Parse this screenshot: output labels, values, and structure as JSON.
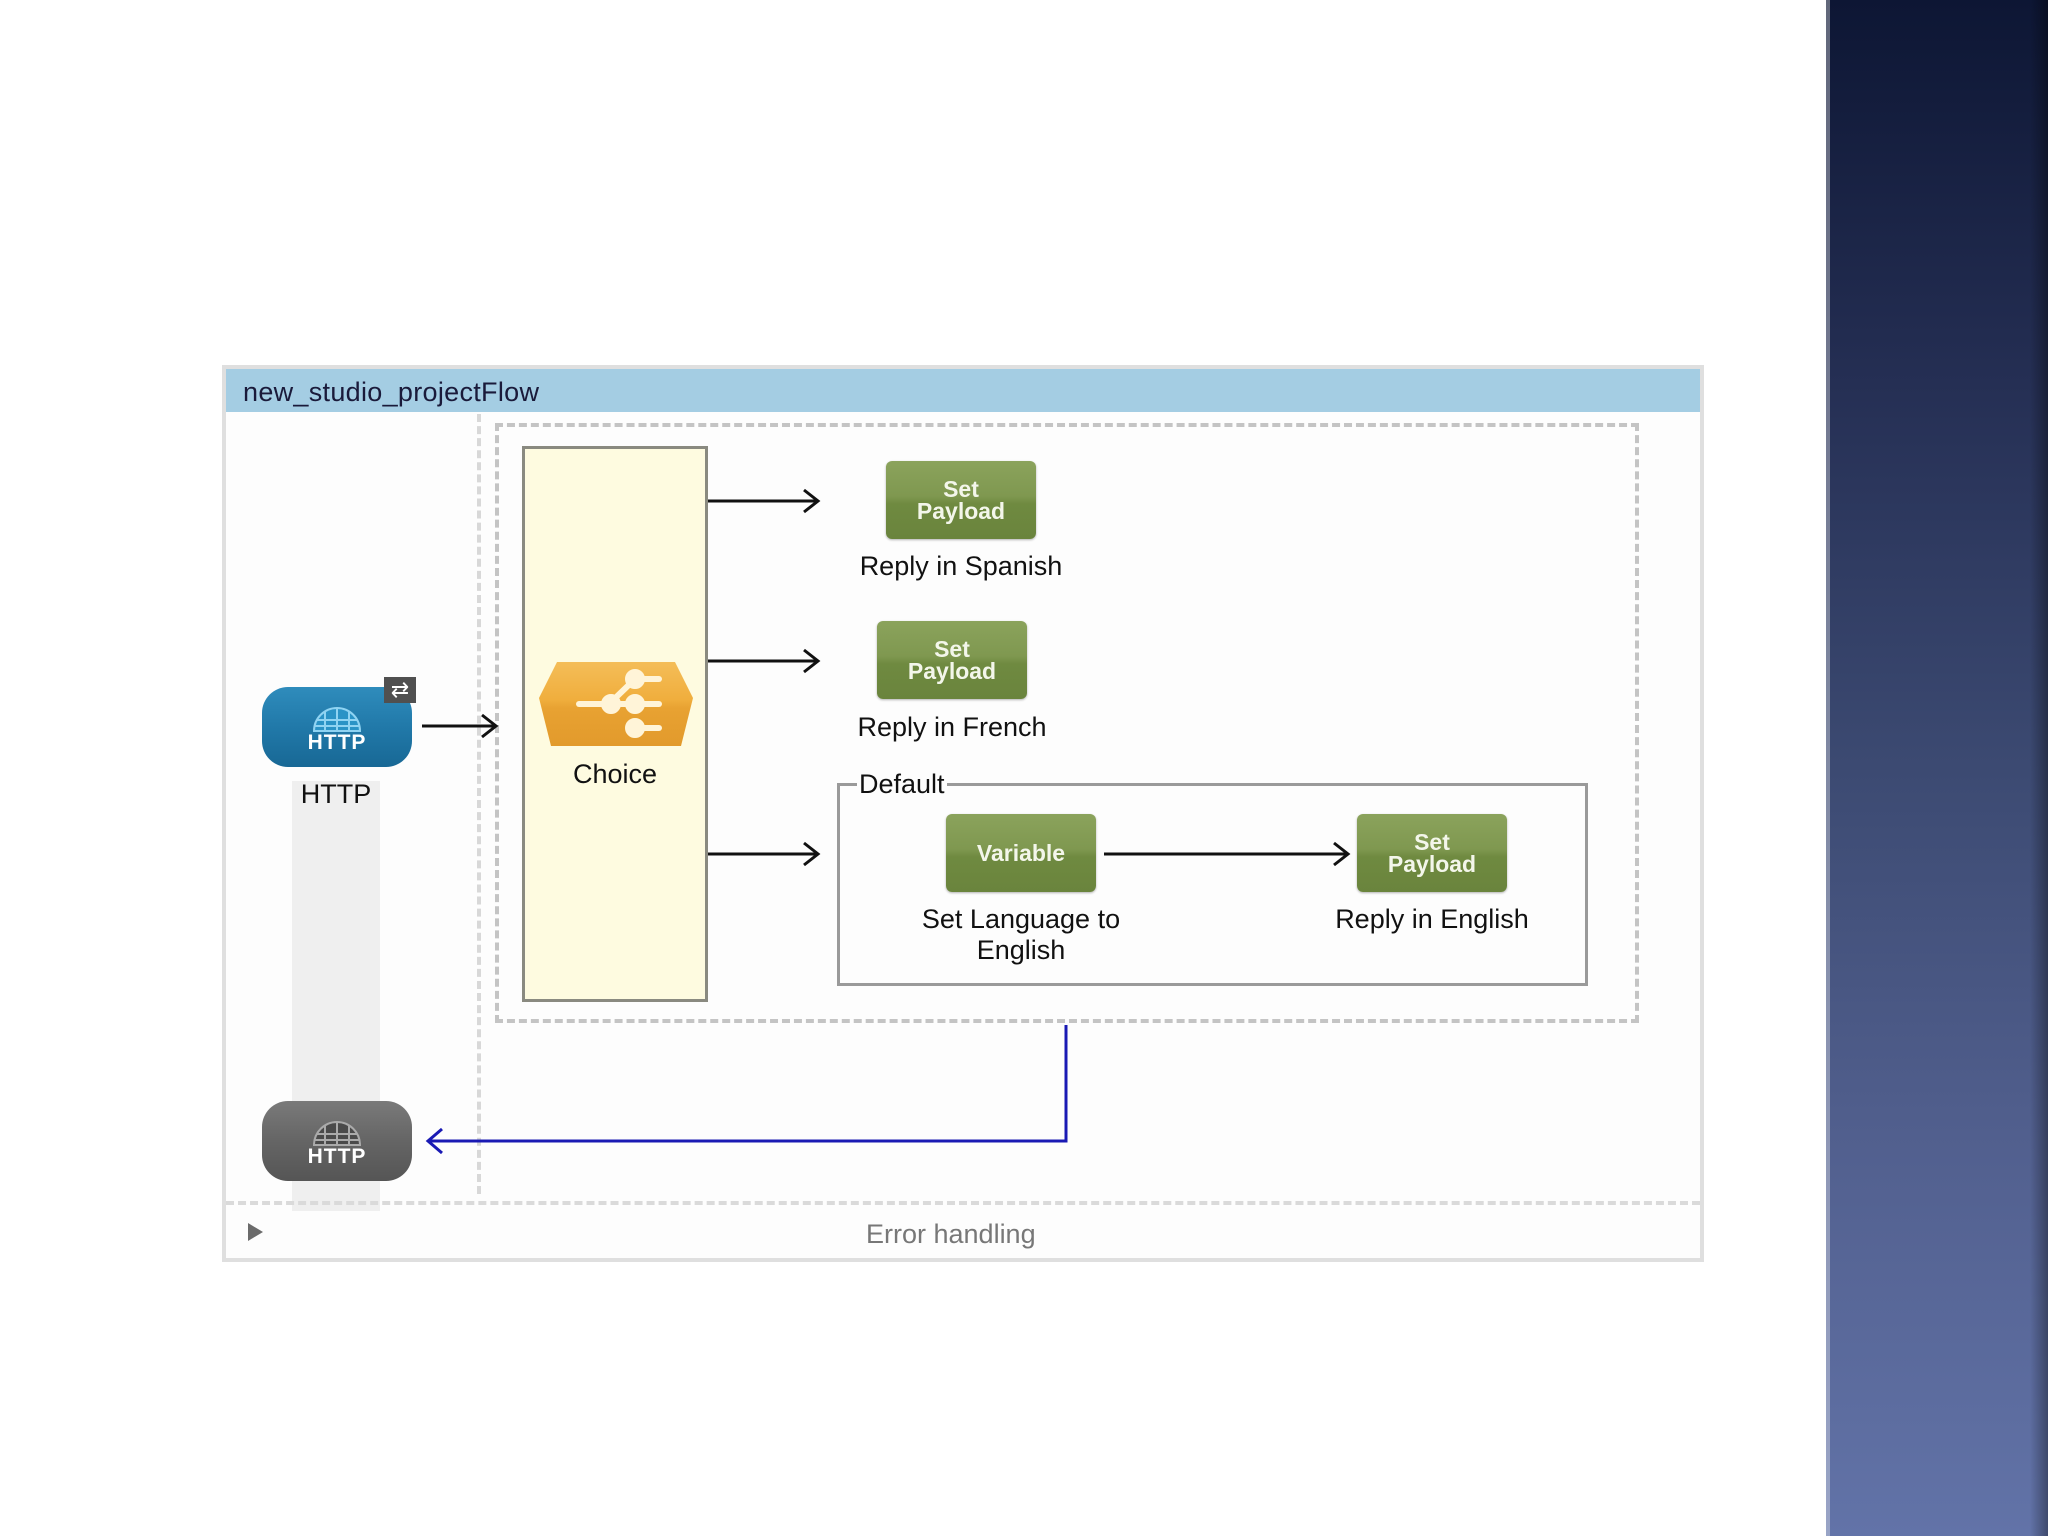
{
  "flow": {
    "title": "new_studio_projectFlow",
    "error_handling_label": "Error handling"
  },
  "source": {
    "icon_text": "HTTP",
    "label": "HTTP",
    "exchange_pattern_icon": "⇄"
  },
  "response": {
    "icon_text": "HTTP"
  },
  "choice": {
    "label": "Choice"
  },
  "routes": [
    {
      "processor_line1": "Set",
      "processor_line2": "Payload",
      "label": "Reply in Spanish"
    },
    {
      "processor_line1": "Set",
      "processor_line2": "Payload",
      "label": "Reply in French"
    }
  ],
  "default_route": {
    "title": "Default",
    "variable": {
      "processor": "Variable",
      "label_line1": "Set Language to",
      "label_line2": "English"
    },
    "payload": {
      "processor_line1": "Set",
      "processor_line2": "Payload",
      "label": "Reply in English"
    }
  },
  "colors": {
    "header": "#a4cde3",
    "processor_green": "#7f9850",
    "choice_orange": "#f0ad3c",
    "http_blue": "#2179a9",
    "http_gray": "#656565",
    "response_line": "#1a1ab4",
    "side_band_top": "#0d1634",
    "side_band_bottom": "#6273a8"
  }
}
